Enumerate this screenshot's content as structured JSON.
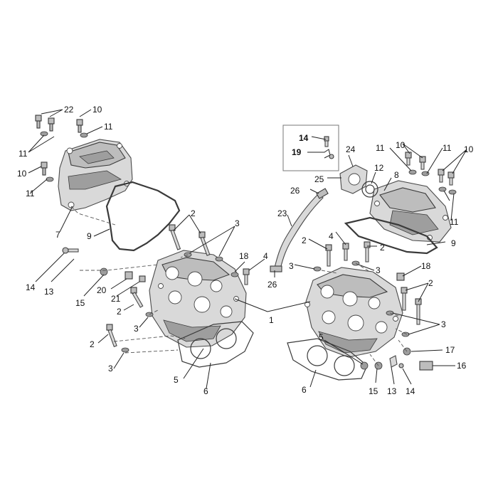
{
  "diagram": {
    "callouts": {
      "c22": "22",
      "c10a": "10",
      "c11a": "11",
      "c11b": "11",
      "c10b": "10",
      "c11c": "11",
      "c7": "7",
      "c9a": "9",
      "c14a": "14",
      "c13a": "13",
      "c15a": "15",
      "c20": "20",
      "c21": "21",
      "c2a": "2",
      "c3a": "3",
      "c2b": "2",
      "c3b": "3",
      "c2c": "2",
      "c3c": "3",
      "c18a": "18",
      "c4a": "4",
      "c5a": "5",
      "c6a": "6",
      "c1": "1",
      "c14box": "14",
      "c19box": "19",
      "c24": "24",
      "c25": "25",
      "c26a": "26",
      "c23": "23",
      "c26b": "26",
      "c12": "12",
      "c8": "8",
      "c11d": "11",
      "c10c": "10",
      "c11e": "11",
      "c10d": "10",
      "c11f": "11",
      "c9b": "9",
      "c2d": "2",
      "c4b": "4",
      "c2e": "2",
      "c3d": "3",
      "c3e": "3",
      "c18b": "18",
      "c2f": "2",
      "c3f": "3",
      "c17": "17",
      "c16": "16",
      "c5b": "5",
      "c6b": "6",
      "c15b": "15",
      "c13b": "13",
      "c14b": "14"
    }
  }
}
